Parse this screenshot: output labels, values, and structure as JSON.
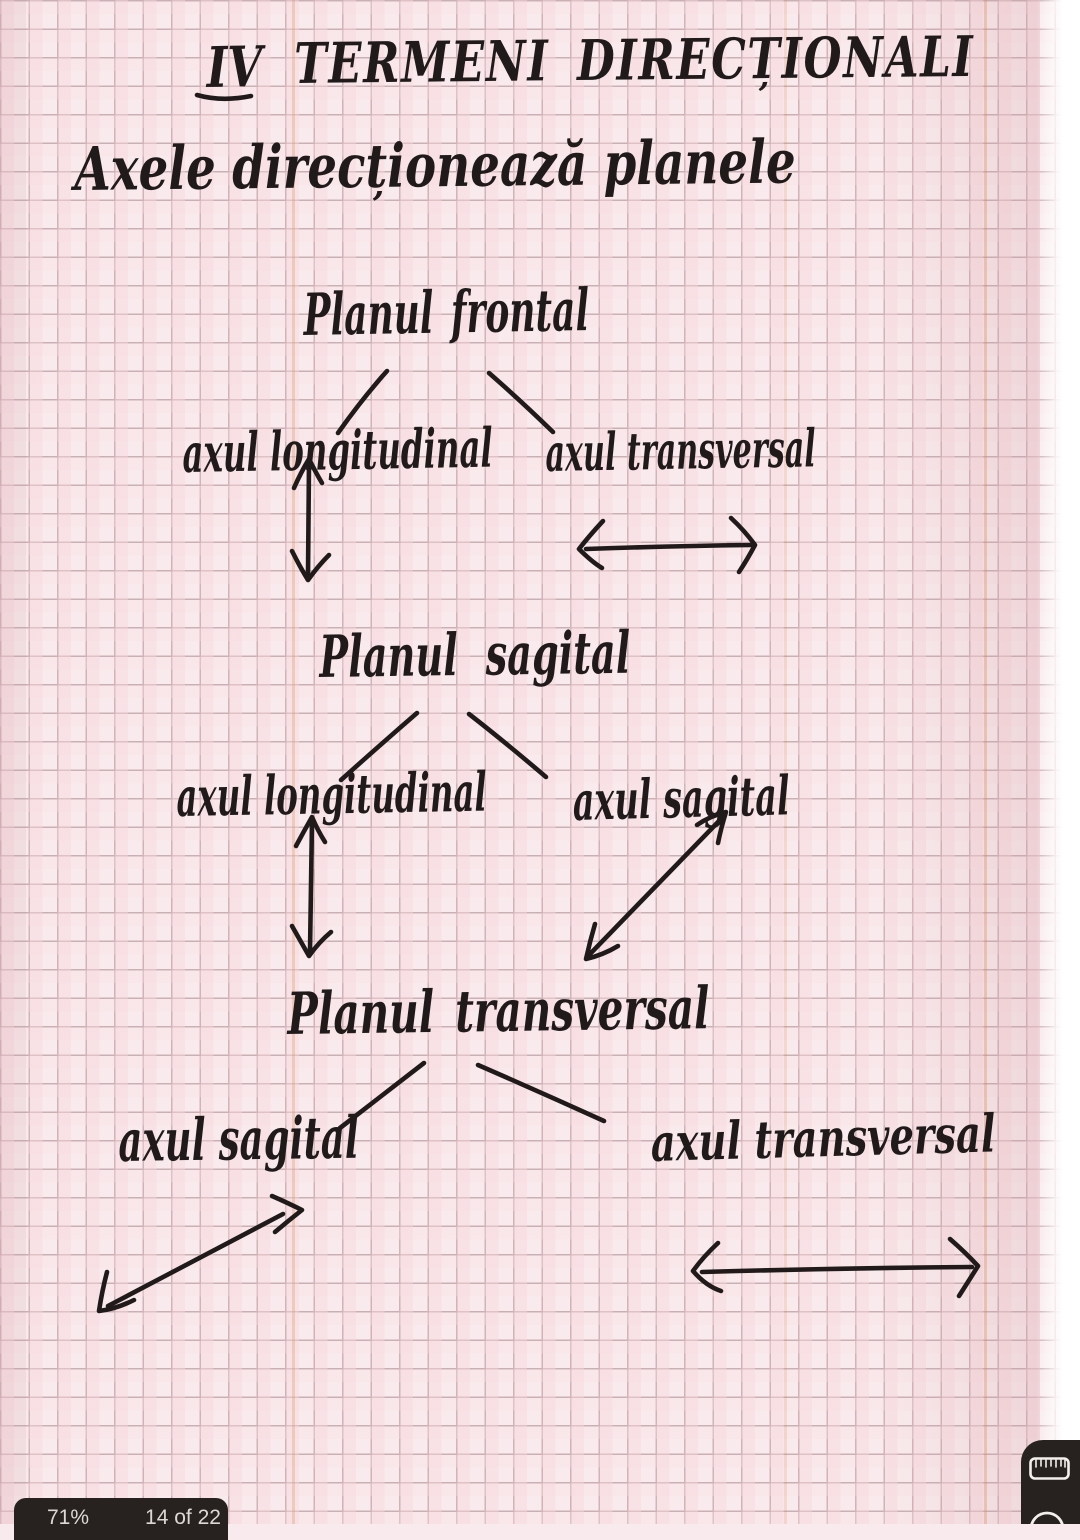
{
  "colors": {
    "paper": "#f9ebed",
    "grid_line": "#704a52",
    "ink": "#201b1a",
    "chrome_bg": "#272120",
    "chrome_text": "#ded8d5",
    "icon_stroke": "#f3efec"
  },
  "note": {
    "title_numeral": "IV",
    "title": "TERMENI DIRECȚIONALI",
    "subtitle": "Axele direcționează planele",
    "sections": [
      {
        "plane": "Planul frontal",
        "left_axis": "axul longitudinal",
        "right_axis": "axul transversal",
        "left_arrow": "vertical double arrow",
        "right_arrow": "horizontal double arrow"
      },
      {
        "plane": "Planul sagital",
        "left_axis": "axul longitudinal",
        "right_axis": "axul sagital",
        "left_arrow": "vertical double arrow",
        "right_arrow": "diagonal double arrow"
      },
      {
        "plane": "Planul transversal",
        "left_axis": "axul sagital",
        "right_axis": "axul transversal",
        "left_arrow": "diagonal double arrow",
        "right_arrow": "horizontal double arrow"
      }
    ]
  },
  "status_bar": {
    "zoom_level": "71%",
    "page_indicator": "14 of 22"
  },
  "tools": {
    "icons": [
      "ruler",
      "clock"
    ]
  }
}
